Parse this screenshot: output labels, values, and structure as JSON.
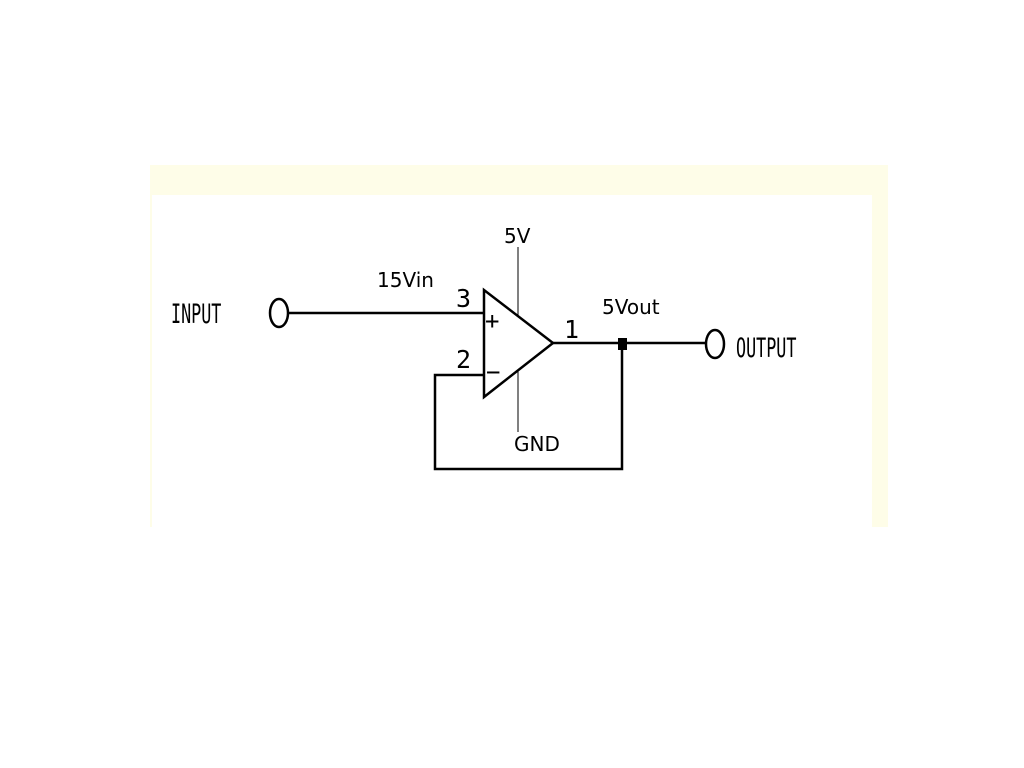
{
  "terminals": {
    "input_label": "INPUT",
    "output_label": "OUTPUT"
  },
  "op_amp": {
    "pin_noninverting": "3",
    "pin_inverting": "2",
    "pin_output": "1",
    "plus_sign": "+",
    "minus_sign": "−",
    "supply_label": "5V",
    "ground_label": "GND"
  },
  "annotations": {
    "input_voltage": "15Vin",
    "output_voltage": "5Vout"
  },
  "colors": {
    "panel_background": "#fefde8",
    "line": "#000000"
  }
}
